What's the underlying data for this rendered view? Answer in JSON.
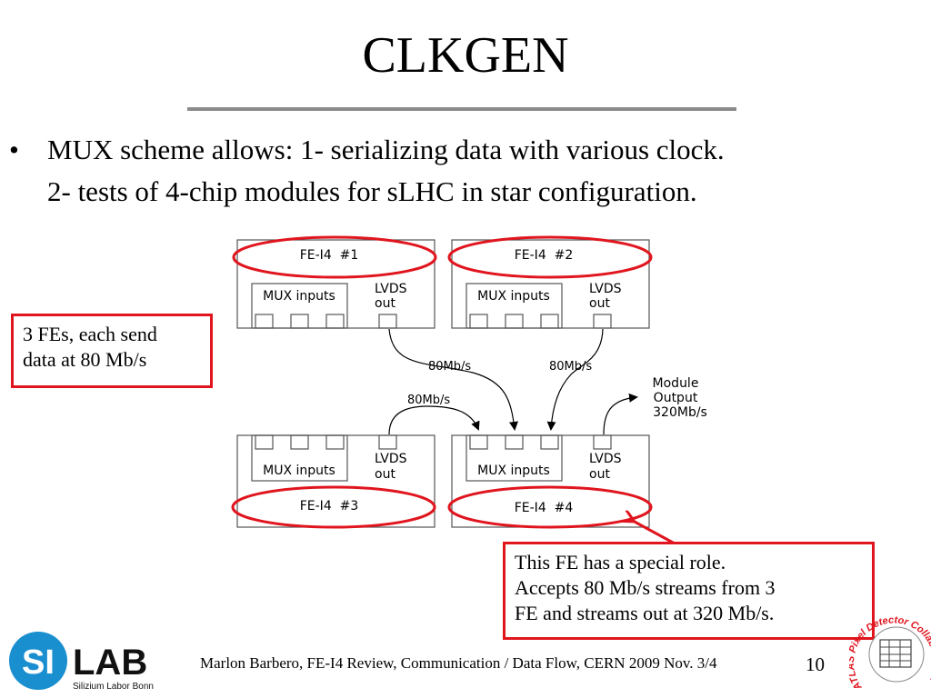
{
  "slide": {
    "title": "CLKGEN",
    "bullet": {
      "line1": "MUX scheme allows: 1- serializing data with various clock.",
      "line2": "2- tests of 4-chip modules for sLHC in star configuration."
    }
  },
  "diagram": {
    "chips": [
      {
        "name": "FE-I4  #1",
        "mux_label": "MUX inputs",
        "lvds_line1": "LVDS",
        "lvds_line2": "out"
      },
      {
        "name": "FE-I4  #2",
        "mux_label": "MUX inputs",
        "lvds_line1": "LVDS",
        "lvds_line2": "out"
      },
      {
        "name": "FE-I4  #3",
        "mux_label": "MUX inputs",
        "lvds_line1": "LVDS",
        "lvds_line2": "out"
      },
      {
        "name": "FE-I4  #4",
        "mux_label": "MUX inputs",
        "lvds_line1": "LVDS",
        "lvds_line2": "out"
      }
    ],
    "links": [
      "80Mb/s",
      "80Mb/s",
      "80Mb/s"
    ],
    "module_output": {
      "line1": "Module",
      "line2": "Output",
      "line3": "320Mb/s"
    }
  },
  "callouts": {
    "left": {
      "line1": "3 FEs, each send",
      "line2": "data at 80 Mb/s"
    },
    "right": {
      "line1": "This FE has a special role.",
      "line2": "Accepts 80 Mb/s streams from 3",
      "line3": "FE and streams out at 320 Mb/s."
    }
  },
  "footer": {
    "text": "Marlon Barbero, FE-I4 Review, Communication / Data Flow, CERN 2009 Nov. 3/4",
    "page_number": "10"
  },
  "logo": {
    "main": "SI",
    "lab": "LAB",
    "subtitle": "Silizium Labor Bonn"
  },
  "seal": {
    "text": "ATLAS Pixel Detector Collaboration"
  },
  "colors": {
    "accent_red": "#e0151e",
    "logo_blue": "#1a8fd0",
    "rule_gray": "#8a8a8a"
  }
}
